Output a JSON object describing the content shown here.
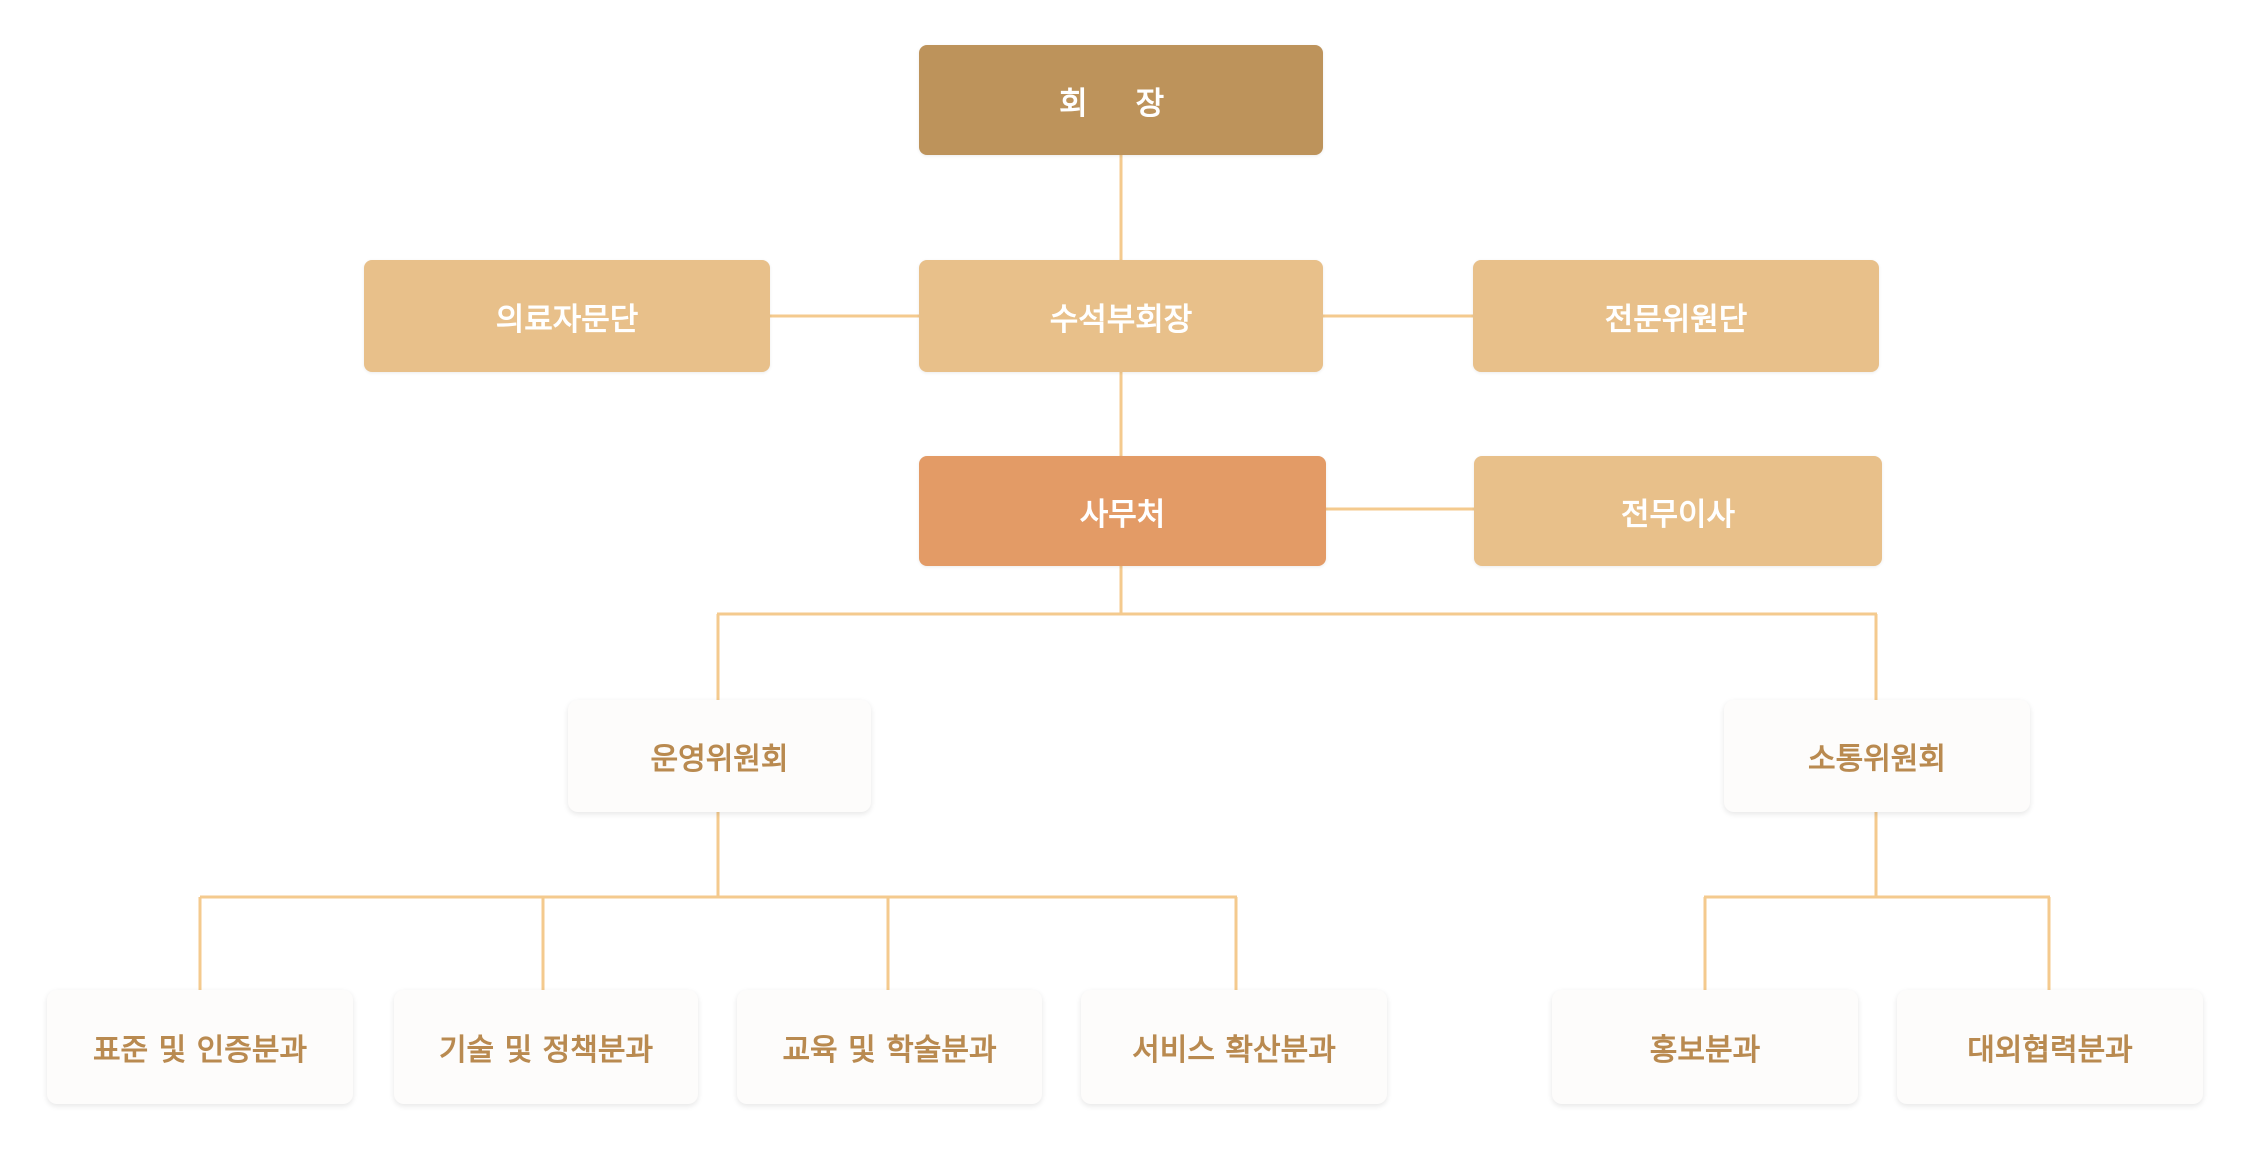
{
  "colors": {
    "chairman": "#BD935B",
    "level2": "#E8C08A",
    "secretariat": "#E39B66",
    "connector": "#F4CA8E",
    "committee_text": "#B98A50"
  },
  "chairman": {
    "label": "회 장"
  },
  "senior_vice_chairman": {
    "label": "수석부회장"
  },
  "medical_advisory": {
    "label": "의료자문단"
  },
  "expert_committee": {
    "label": "전문위원단"
  },
  "secretariat": {
    "label": "사무처"
  },
  "executive_director": {
    "label": "전무이사"
  },
  "committees": [
    {
      "label": "운영위원회",
      "subcommittees": [
        {
          "label": "표준 및 인증분과"
        },
        {
          "label": "기술 및 정책분과"
        },
        {
          "label": "교육 및 학술분과"
        },
        {
          "label": "서비스 확산분과"
        }
      ]
    },
    {
      "label": "소통위원회",
      "subcommittees": [
        {
          "label": "홍보분과"
        },
        {
          "label": "대외협력분과"
        }
      ]
    }
  ]
}
